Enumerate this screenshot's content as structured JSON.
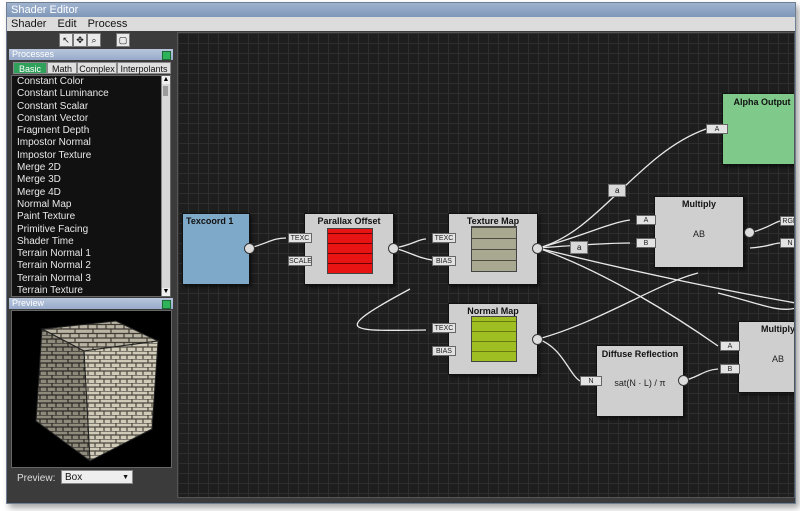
{
  "window": {
    "title": "Shader Editor"
  },
  "menu": [
    "Shader",
    "Edit",
    "Process"
  ],
  "toolbar_icons": [
    "select-arrow-icon",
    "move-icon",
    "zoom-icon",
    "frame-icon"
  ],
  "processes": {
    "header": "Processes",
    "tabs": [
      "Basic",
      "Math",
      "Complex",
      "Interpolants"
    ],
    "items": [
      "Constant Color",
      "Constant Luminance",
      "Constant Scalar",
      "Constant Vector",
      "Fragment Depth",
      "Impostor Normal",
      "Impostor Texture",
      "Merge 2D",
      "Merge 3D",
      "Merge 4D",
      "Normal Map",
      "Paint Texture",
      "Primitive Facing",
      "Shader Time",
      "Terrain Normal 1",
      "Terrain Normal 2",
      "Terrain Normal 3",
      "Terrain Texture"
    ]
  },
  "preview": {
    "header": "Preview",
    "label": "Preview:",
    "selected": "Box"
  },
  "nodes": {
    "texcoord": {
      "title": "Texcoord 1"
    },
    "parallax": {
      "title": "Parallax Offset",
      "ports": [
        "TEXC",
        "SCALE"
      ]
    },
    "texmap": {
      "title": "Texture Map",
      "ports": [
        "TEXC",
        "BIAS"
      ]
    },
    "normalmap": {
      "title": "Normal Map",
      "ports": [
        "TEXC",
        "BIAS"
      ]
    },
    "alpha": {
      "title": "Alpha Output",
      "ports": [
        "A"
      ]
    },
    "multiply1": {
      "title": "Multiply",
      "body": "AB",
      "ports": [
        "A",
        "B"
      ]
    },
    "multiply2": {
      "title": "Multiply",
      "body": "AB",
      "ports": [
        "A",
        "B"
      ]
    },
    "diffuse": {
      "title": "Diffuse Reflection",
      "body": "sat(N · L) / π",
      "ports": [
        "N"
      ]
    },
    "right_ports": [
      "RGB",
      "N"
    ]
  },
  "wire_tags": [
    "a",
    "a"
  ],
  "colors": {
    "texcoord": "#7ea9c9",
    "alpha": "#7fca8a",
    "accent_tab": "#2fa15a",
    "canvas": "#1e1e1e"
  }
}
